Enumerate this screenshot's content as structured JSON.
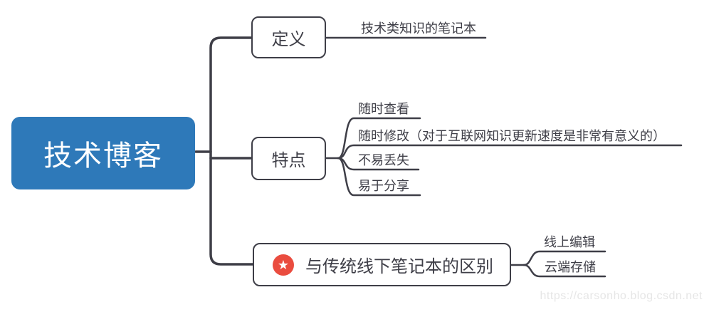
{
  "mindmap": {
    "root": {
      "label": "技术博客"
    },
    "branches": [
      {
        "label": "定义",
        "children": [
          {
            "label": "技术类知识的笔记本"
          }
        ]
      },
      {
        "label": "特点",
        "children": [
          {
            "label": "随时查看"
          },
          {
            "label": "随时修改（对于互联网知识更新速度是非常有意义的）"
          },
          {
            "label": "不易丢失"
          },
          {
            "label": "易于分享"
          }
        ]
      },
      {
        "label": "与传统线下笔记本的区别",
        "icon": "star-badge",
        "star_glyph": "★",
        "children": [
          {
            "label": "线上编辑"
          },
          {
            "label": "云端存储"
          }
        ]
      }
    ]
  },
  "watermark": "https://carsonho.blog.csdn.net",
  "colors": {
    "root_fill": "#2E79B9",
    "line": "#3E3E47",
    "text": "#3E3E47",
    "star_badge": "#EA4C3F",
    "watermark": "#E6E6E6",
    "background": "#FFFFFF"
  }
}
